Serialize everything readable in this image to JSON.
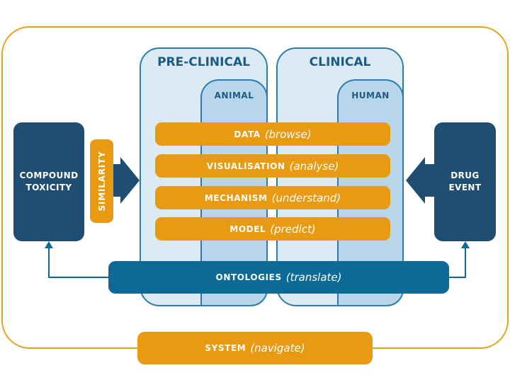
{
  "colors": {
    "orange": "#E89A12",
    "dark_blue": "#1F4E72",
    "mid_blue": "#0C6B96",
    "panel_fill": "#DCEAF4",
    "subpanel_fill": "#B8D6EA",
    "frame": "#E8A01A"
  },
  "panels": {
    "preclinical": {
      "title": "PRE-CLINICAL",
      "sub": "ANIMAL"
    },
    "clinical": {
      "title": "CLINICAL",
      "sub": "HUMAN"
    }
  },
  "bars": {
    "data": {
      "label": "DATA",
      "verb": "(browse)"
    },
    "visualisation": {
      "label": "VISUALISATION",
      "verb": "(analyse)"
    },
    "mechanism": {
      "label": "MECHANISM",
      "verb": "(understand)"
    },
    "model": {
      "label": "MODEL",
      "verb": "(predict)"
    }
  },
  "ontologies": {
    "label": "ONTOLOGIES",
    "verb": "(translate)"
  },
  "system": {
    "label": "SYSTEM",
    "verb": "(navigate)"
  },
  "compound": {
    "label": "COMPOUND\nTOXICITY"
  },
  "similarity": {
    "label": "SIMILARITY"
  },
  "drug": {
    "label": "DRUG\nEVENT"
  }
}
